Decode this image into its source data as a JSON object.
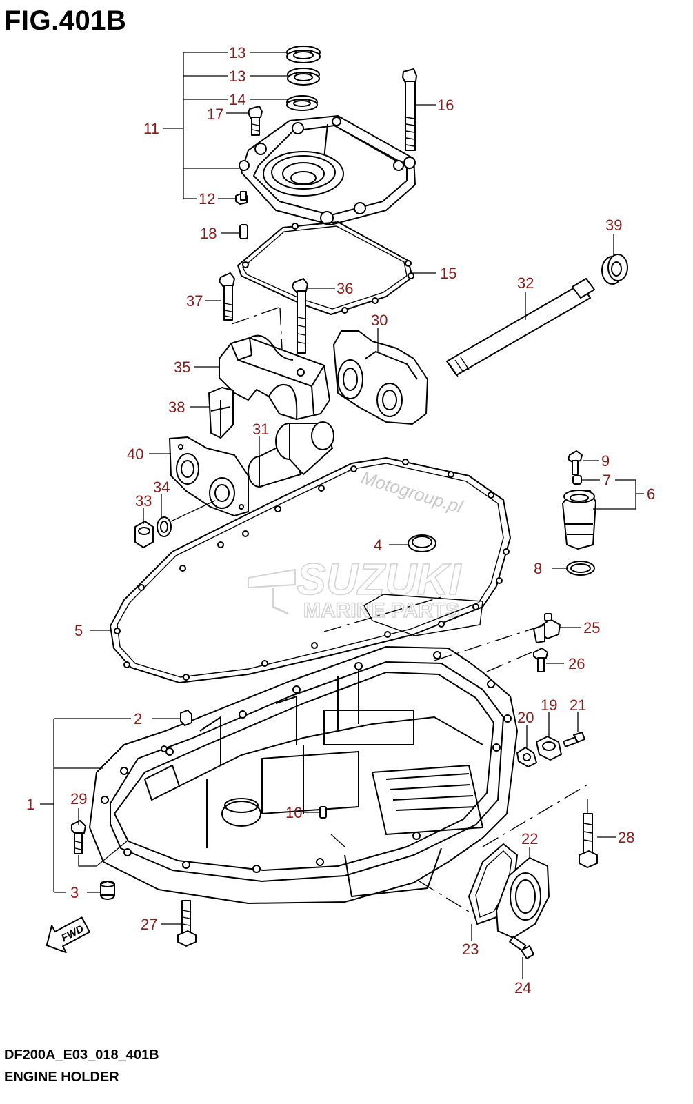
{
  "figure": {
    "title": "FIG.401B",
    "code": "DF200A_E03_018_401B",
    "name": "ENGINE HOLDER"
  },
  "watermark": {
    "brand": "SUZUKI",
    "subtitle": "MARINE PARTS",
    "site": "Motogroup.pl"
  },
  "fwd_label": "FWD",
  "colors": {
    "callout": "#8b1a1a",
    "line": "#000000",
    "watermark": "#cccccc"
  },
  "callouts": {
    "p1": "1",
    "p2": "2",
    "p3": "3",
    "p4": "4",
    "p5": "5",
    "p6": "6",
    "p7": "7",
    "p8": "8",
    "p9": "9",
    "p10": "10",
    "p11": "11",
    "p12": "12",
    "p13a": "13",
    "p13b": "13",
    "p14": "14",
    "p15": "15",
    "p16": "16",
    "p17": "17",
    "p18": "18",
    "p19": "19",
    "p20": "20",
    "p21": "21",
    "p22": "22",
    "p23": "23",
    "p24": "24",
    "p25": "25",
    "p26": "26",
    "p27": "27",
    "p28": "28",
    "p29": "29",
    "p30": "30",
    "p31": "31",
    "p32": "32",
    "p33": "33",
    "p34": "34",
    "p35": "35",
    "p36": "36",
    "p37": "37",
    "p38": "38",
    "p39": "39",
    "p40": "40"
  }
}
